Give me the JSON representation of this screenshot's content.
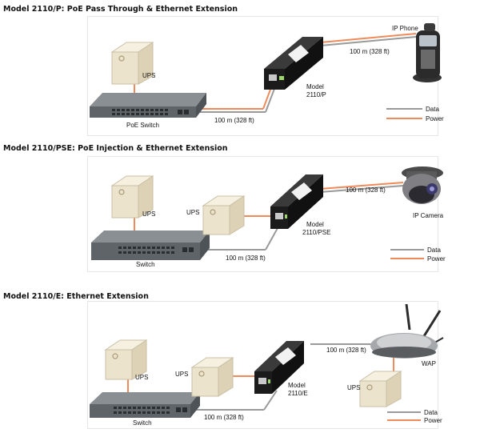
{
  "colors": {
    "data": "#9a9a9a",
    "power": "#ef8a5a",
    "device": "#1b1b1b",
    "switch": "#6f7479",
    "ups": "#ece3cd"
  },
  "sections": [
    {
      "title": "Model 2110/P: PoE Pass Through & Ethernet Extension",
      "labels": {
        "ups": "UPS",
        "switch": "PoE Switch",
        "cable1": "100 m (328 ft)",
        "model_line1": "Model",
        "model_line2": "2110/P",
        "cable2": "100 m (328 ft)",
        "endpoint": "IP Phone",
        "legend_data": "Data",
        "legend_power": "Power"
      }
    },
    {
      "title": "Model 2110/PSE: PoE Injection & Ethernet Extension",
      "labels": {
        "ups": "UPS",
        "ups2": "UPS",
        "switch": "Switch",
        "cable1": "100 m (328 ft)",
        "model_line1": "Model",
        "model_line2": "2110/PSE",
        "cable2": "100 m (328 ft)",
        "endpoint": "IP Camera",
        "legend_data": "Data",
        "legend_power": "Power"
      }
    },
    {
      "title": "Model 2110/E: Ethernet Extension",
      "labels": {
        "ups": "UPS",
        "ups2": "UPS",
        "ups3": "UPS",
        "switch": "Switch",
        "cable1": "100 m (328 ft)",
        "model_line1": "Model",
        "model_line2": "2110/E",
        "cable2": "100 m (328 ft)",
        "endpoint": "WAP",
        "legend_data": "Data",
        "legend_power": "Power"
      }
    }
  ]
}
